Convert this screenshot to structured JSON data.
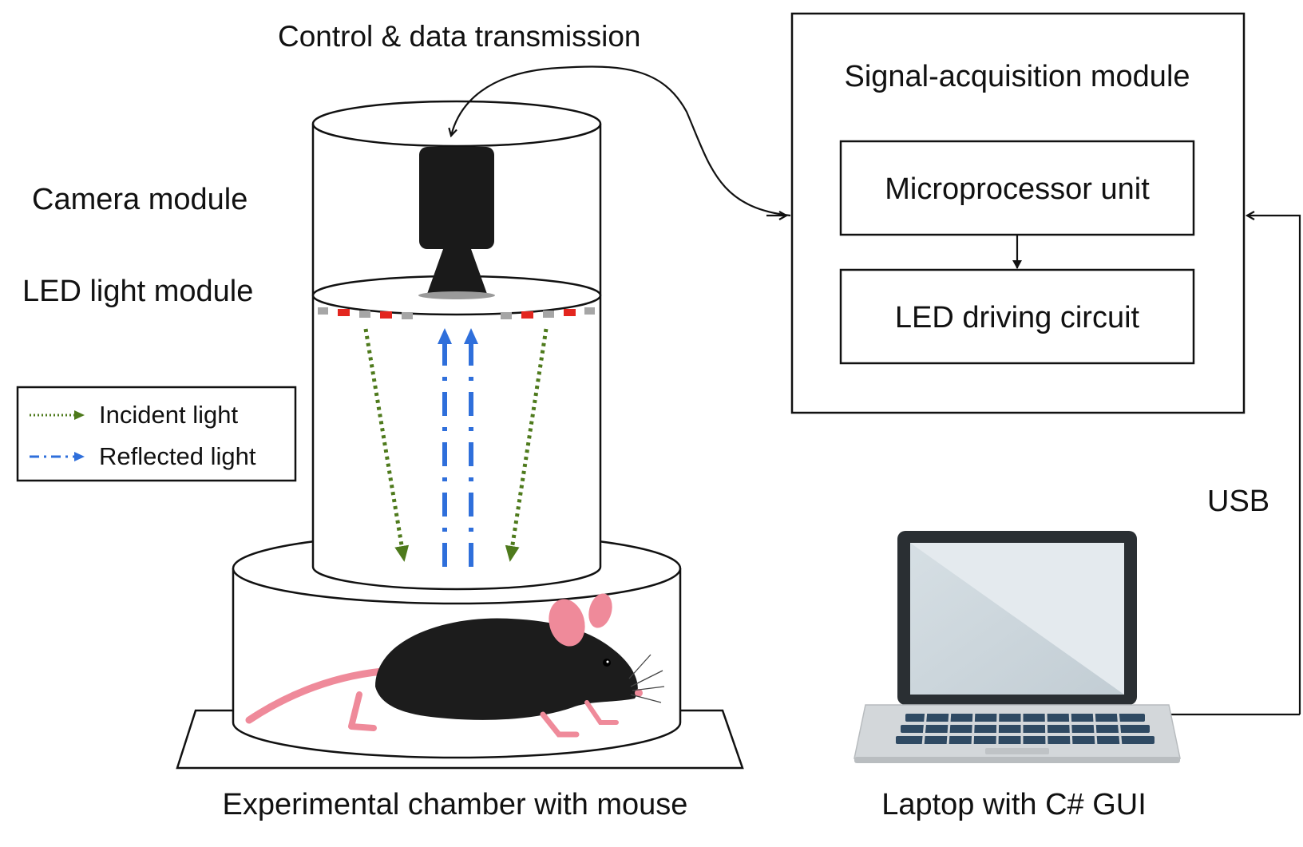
{
  "labels": {
    "control": "Control & data transmission",
    "camera_module": "Camera module",
    "led_module": "LED light module",
    "signal_module": "Signal-acquisition module",
    "mpu": "Microprocessor unit",
    "led_driver": "LED driving circuit",
    "usb": "USB",
    "chamber": "Experimental chamber with mouse",
    "laptop": "Laptop with C# GUI"
  },
  "legend": {
    "incident": "Incident light",
    "reflected": "Reflected light"
  },
  "colors": {
    "incident": "#4e7a1c",
    "reflected": "#2f6fdb",
    "led_red": "#e3261f",
    "led_gray": "#a6a6a6",
    "mouse_body": "#1c1c1c",
    "mouse_pink": "#ef8a9a"
  }
}
